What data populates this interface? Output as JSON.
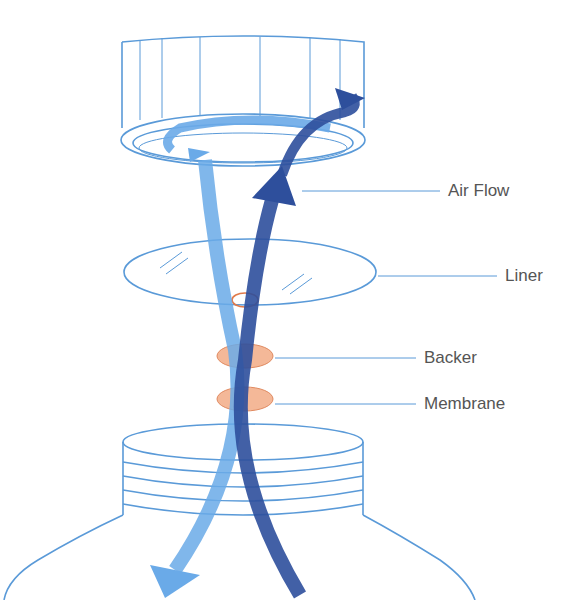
{
  "diagram": {
    "labels": [
      "Air Flow",
      "Liner",
      "Backer",
      "Membrane"
    ]
  }
}
